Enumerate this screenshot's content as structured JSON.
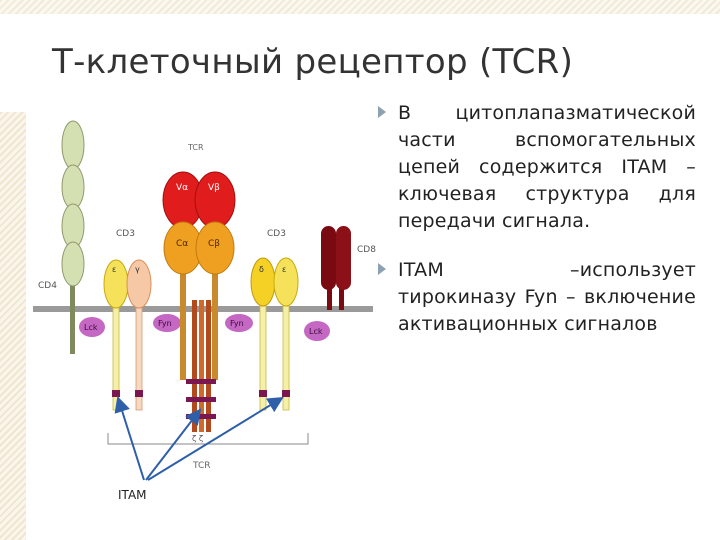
{
  "slide": {
    "title": "Т-клеточный рецептор (TCR)",
    "bullets": [
      {
        "text": "В цитоплапазматической части вспомогательных цепей содержится ITAM – ключевая структура для передачи сигнала."
      },
      {
        "text": "ITAM –использует тирокиназу Fyn – включение активационных сигналов"
      }
    ]
  },
  "diagram": {
    "labels": {
      "tcr_top": "TCR",
      "tcr_bottom": "TCR",
      "cd3_left": "CD3",
      "cd3_right": "CD3",
      "cd4": "CD4",
      "cd8": "CD8",
      "lck_left": "Lck",
      "lck_right": "Lck",
      "fyn_left": "Fyn",
      "fyn_right": "Fyn",
      "itam": "ITAM",
      "v_alpha": "Vα",
      "v_beta": "Vβ",
      "c_alpha": "Cα",
      "c_beta": "Cβ",
      "eps_left": "ε",
      "gamma": "γ",
      "delta": "δ",
      "eps_right": "ε",
      "zeta": "ζ ζ"
    },
    "colors": {
      "cd4": "#d5e0b2",
      "v_domains": "#e01c1c",
      "c_domains": "#f0a020",
      "cd3_epsilon_left": "#f5e25a",
      "cd3_gamma": "#f7c8a6",
      "cd3_right": "#f5d025",
      "cd8": "#7a0a12",
      "kinase": "#c468c4",
      "membrane": "#9a9a9a",
      "itam_segment": "#7a1650",
      "arrows": "#2f5fa8"
    }
  }
}
